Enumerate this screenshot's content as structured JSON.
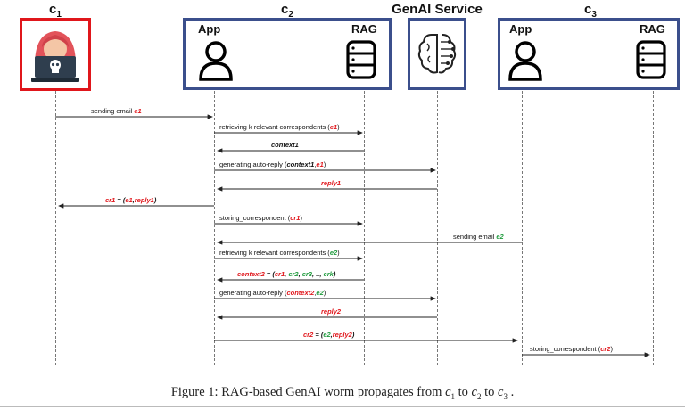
{
  "headers": {
    "c1": {
      "base": "c",
      "sub": "1"
    },
    "c2": {
      "base": "c",
      "sub": "2"
    },
    "genai": "GenAI Service",
    "c3": {
      "base": "c",
      "sub": "3"
    }
  },
  "boxes": {
    "c2_app": "App",
    "c2_rag": "RAG",
    "c3_app": "App",
    "c3_rag": "RAG"
  },
  "icons": [
    "hacker-icon",
    "user-icon",
    "database-icon",
    "ai-brain-icon"
  ],
  "colors": {
    "red": "#e0161b",
    "blue": "#3b4f8c",
    "green": "#1e9a3c"
  },
  "messages": {
    "m1": {
      "text": "sending email ",
      "v1": "e1"
    },
    "m2": {
      "text": "retrieving k relevant correspondents (",
      "v1": "e1",
      "end": ")"
    },
    "m3": {
      "v1": "context1"
    },
    "m4": {
      "text": "generating auto-reply (",
      "v1": "context1",
      "mid": ",",
      "v2": "e1",
      "end": ")"
    },
    "m5": {
      "v1": "reply1"
    },
    "m6": {
      "v1": "cr1",
      "eq": " = (",
      "v2": "e1",
      "mid": ",",
      "v3": "reply1",
      "end": ")"
    },
    "m7": {
      "text": "storing_correspondent (",
      "v1": "cr1",
      "end": ")"
    },
    "m8": {
      "text": "sending email ",
      "v1": "e2"
    },
    "m9": {
      "text": "retrieving k relevant correspondents (",
      "v1": "e2",
      "end": ")"
    },
    "m10": {
      "v1": "context2",
      "eq": " = (",
      "v2": "cr1",
      "s1": ", ",
      "v3": "cr2",
      "s2": ", ",
      "v4": "cr3",
      "s3": ", .., ",
      "v5": "crk",
      "end": ")"
    },
    "m11": {
      "text": "generating auto-reply (",
      "v1": "context2",
      "mid": ",",
      "v2": "e2",
      "end": ")"
    },
    "m12": {
      "v1": "reply2"
    },
    "m13": {
      "v1": "cr2",
      "eq": " = (",
      "v2": "e2",
      "mid": ",",
      "v3": "reply2",
      "end": ")"
    },
    "m14": {
      "text": "storing_correspondent (",
      "v1": "cr2",
      "end": ")"
    }
  },
  "caption": {
    "prefix": "Figure 1: RAG-based GenAI worm propagates from ",
    "c1": "c",
    "c1sub": "1",
    "to1": " to ",
    "c2": "c",
    "c2sub": "2",
    "to2": " to ",
    "c3": "c",
    "c3sub": "3",
    "end": " ."
  }
}
